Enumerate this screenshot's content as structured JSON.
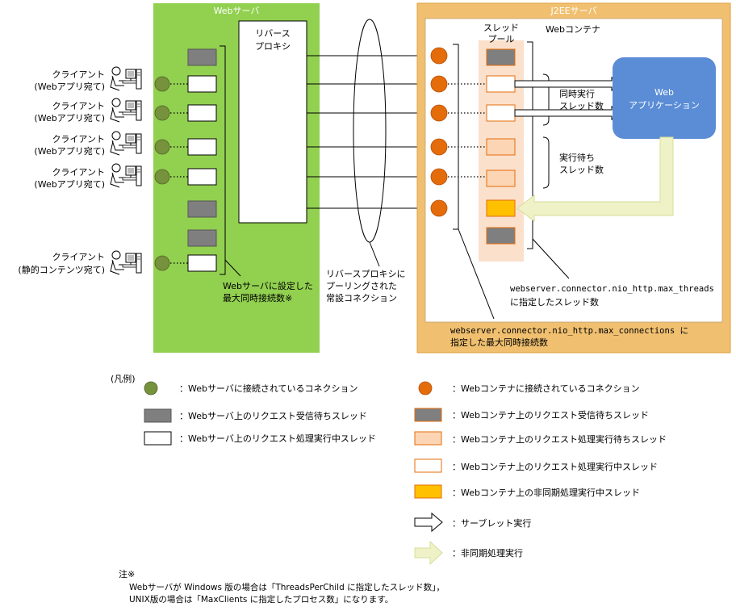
{
  "web_server": {
    "title": "Webサーバ",
    "bg": "#92d050"
  },
  "reverse_proxy": {
    "line1": "リバース",
    "line2": "プロキシ"
  },
  "j2ee_server": {
    "title": "J2EEサーバ",
    "bg": "#f0c070",
    "border": "#e0a040"
  },
  "thread_pool": {
    "line1": "スレッド",
    "line2": "プール"
  },
  "web_container": {
    "title": "Webコンテナ"
  },
  "web_app": {
    "line1": "Web",
    "line2": "アプリケーション",
    "color": "#5b8dd6"
  },
  "clients": [
    {
      "name": "クライアント",
      "target": "(Webアプリ宛て)"
    },
    {
      "name": "クライアント",
      "target": "(Webアプリ宛て)"
    },
    {
      "name": "クライアント",
      "target": "(Webアプリ宛て)"
    },
    {
      "name": "クライアント",
      "target": "(Webアプリ宛て)"
    },
    {
      "name": "クライアント",
      "target": "(静的コンテンツ宛て)"
    }
  ],
  "annotations": {
    "concurrent_threads": {
      "line1": "同時実行",
      "line2": "スレッド数"
    },
    "waiting_threads": {
      "line1": "実行待ち",
      "line2": "スレッド数"
    },
    "web_max_conn": {
      "line1": "Webサーバに設定した",
      "line2": "最大同時接続数※"
    },
    "pooled_conn": {
      "line1": "リバースプロキシに",
      "line2": "プーリングされた",
      "line3": "常設コネクション"
    },
    "max_threads": {
      "line1": "webserver.connector.nio_http.max_threads",
      "line2": "に指定したスレッド数"
    },
    "max_connections": {
      "line1": "webserver.connector.nio_http.max_connections に",
      "line2": "指定した最大同時接続数"
    }
  },
  "legend": {
    "title": "(凡例)",
    "left": [
      {
        "label": "：Webサーバに接続されているコネクション",
        "swatch": "green-circle"
      },
      {
        "label": "：Webサーバ上のリクエスト受信待ちスレッド",
        "swatch": "gray-rect"
      },
      {
        "label": "：Webサーバ上のリクエスト処理実行中スレッド",
        "swatch": "white-rect"
      }
    ],
    "right": [
      {
        "label": "：Webコンテナに接続されているコネクション",
        "swatch": "orange-circle"
      },
      {
        "label": "：Webコンテナ上のリクエスト受信待ちスレッド",
        "swatch": "gray-rect-orange"
      },
      {
        "label": "：Webコンテナ上のリクエスト処理実行待ちスレッド",
        "swatch": "peach-rect"
      },
      {
        "label": "：Webコンテナ上のリクエスト処理実行中スレッド",
        "swatch": "white-rect-orange"
      },
      {
        "label": "：Webコンテナ上の非同期処理実行中スレッド",
        "swatch": "gold-rect"
      },
      {
        "label": "：サーブレット実行",
        "swatch": "white-arrow"
      },
      {
        "label": "：非同期処理実行",
        "swatch": "yellow-arrow"
      }
    ]
  },
  "note": {
    "title": "注※",
    "line1": "Webサーバが Windows 版の場合は「ThreadsPerChild に指定したスレッド数」，",
    "line2": "UNIX版の場合は「MaxClients に指定したプロセス数」になります。"
  },
  "colors": {
    "green_conn": "#76923c",
    "orange_conn": "#e46c0a",
    "gray_thread": "#7f7f7f",
    "peach_thread": "#fcd5b5",
    "gold_thread": "#ffc000",
    "pool_bg": "#fbe0cc"
  }
}
